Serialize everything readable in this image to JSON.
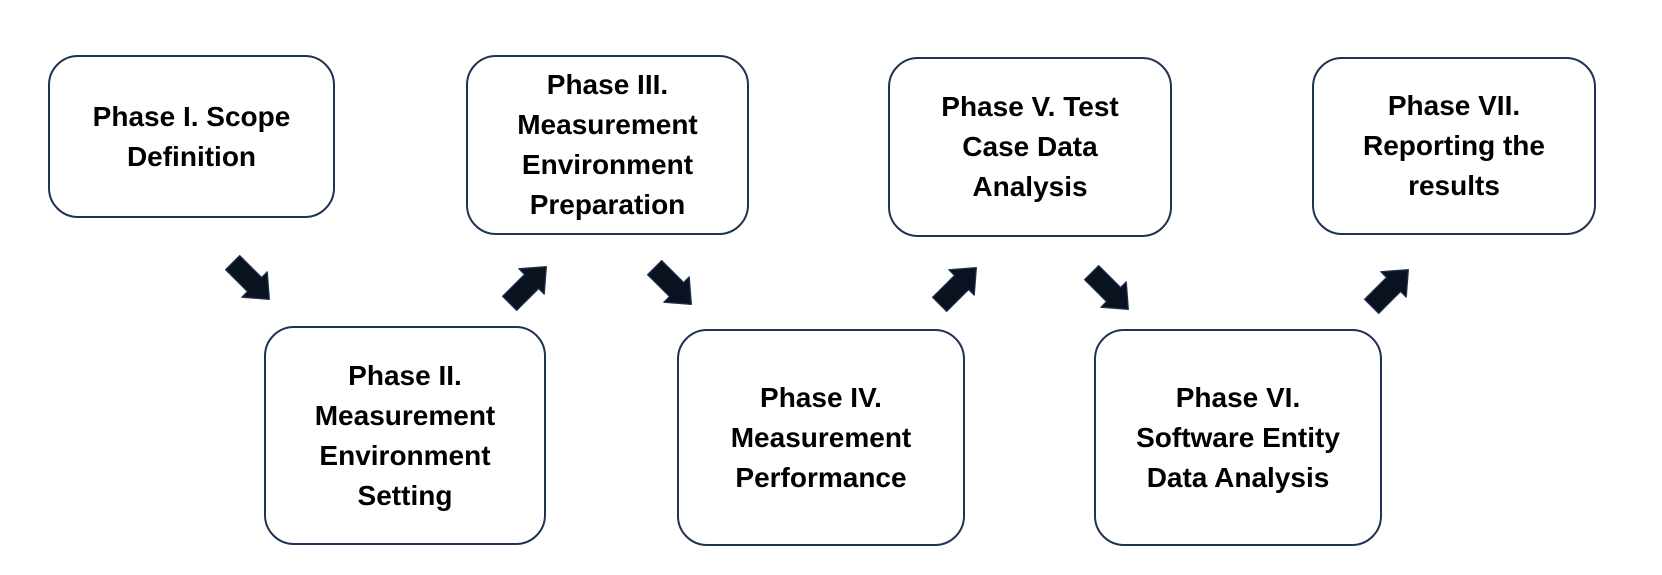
{
  "diagram": {
    "type": "process-flow",
    "phases": [
      {
        "id": "I",
        "label": "Phase I. Scope\nDefinition"
      },
      {
        "id": "II",
        "label": "Phase II.\nMeasurement\nEnvironment\nSetting"
      },
      {
        "id": "III",
        "label": "Phase III.\nMeasurement\nEnvironment\nPreparation"
      },
      {
        "id": "IV",
        "label": "Phase IV.\nMeasurement\nPerformance"
      },
      {
        "id": "V",
        "label": "Phase V. Test\nCase Data\nAnalysis"
      },
      {
        "id": "VI",
        "label": "Phase VI.\nSoftware Entity\nData Analysis"
      },
      {
        "id": "VII",
        "label": "Phase VII.\nReporting the\nresults"
      }
    ],
    "arrows": [
      {
        "from": "Phase I",
        "to": "Phase II",
        "direction": "down-right"
      },
      {
        "from": "Phase II",
        "to": "Phase III",
        "direction": "up-right"
      },
      {
        "from": "Phase III",
        "to": "Phase IV",
        "direction": "down-right"
      },
      {
        "from": "Phase IV",
        "to": "Phase V",
        "direction": "up-right"
      },
      {
        "from": "Phase V",
        "to": "Phase VI",
        "direction": "down-right"
      },
      {
        "from": "Phase VI",
        "to": "Phase VII",
        "direction": "up-right"
      }
    ],
    "colors": {
      "background": "#ffffff",
      "box_border": "#203352",
      "text": "#000000",
      "arrow": "#0a121f"
    }
  }
}
